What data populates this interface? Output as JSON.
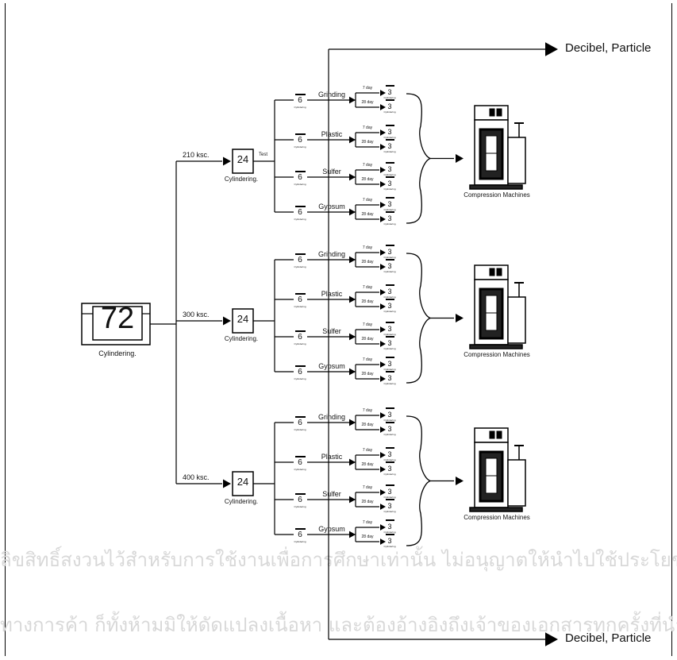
{
  "watermark": {
    "line1": "ลิขสิทธิ์สงวนไว้สำหรับการใช้งานเพื่อการศึกษาเท่านั้น ไม่อนุญาตให้นำไปใช้ประโยชน์",
    "line2": "ทางการค้า ก็ทั้งห้ามมิให้ดัดแปลงเนื้อหา และต้องอ้างอิงถึงเจ้าของเอกสารทุกครั้งที่นำ"
  },
  "main": {
    "count": "72",
    "label": "Cylindering."
  },
  "outputs": {
    "top": "Decibel, Particle",
    "bottom": "Decibel, Particle"
  },
  "groups": [
    {
      "strength": "210 ksc.",
      "count": "24",
      "label": "Cylindering.",
      "note": "Test",
      "machine": "Compression Machines"
    },
    {
      "strength": "300 ksc.",
      "count": "24",
      "label": "Cylindering.",
      "note": "",
      "machine": "Compression Machines"
    },
    {
      "strength": "400 ksc.",
      "count": "24",
      "label": "Cylindering.",
      "note": "",
      "machine": "Compression Machines"
    }
  ],
  "materials": [
    "Grinding",
    "Plastic",
    "Sulfer",
    "Gypsum"
  ],
  "sample_count": "6",
  "sample_sublabel": "Cylindering",
  "ages": [
    "7 day",
    "28 day"
  ],
  "age_count": "3",
  "age_sublabel": "Cylindering"
}
